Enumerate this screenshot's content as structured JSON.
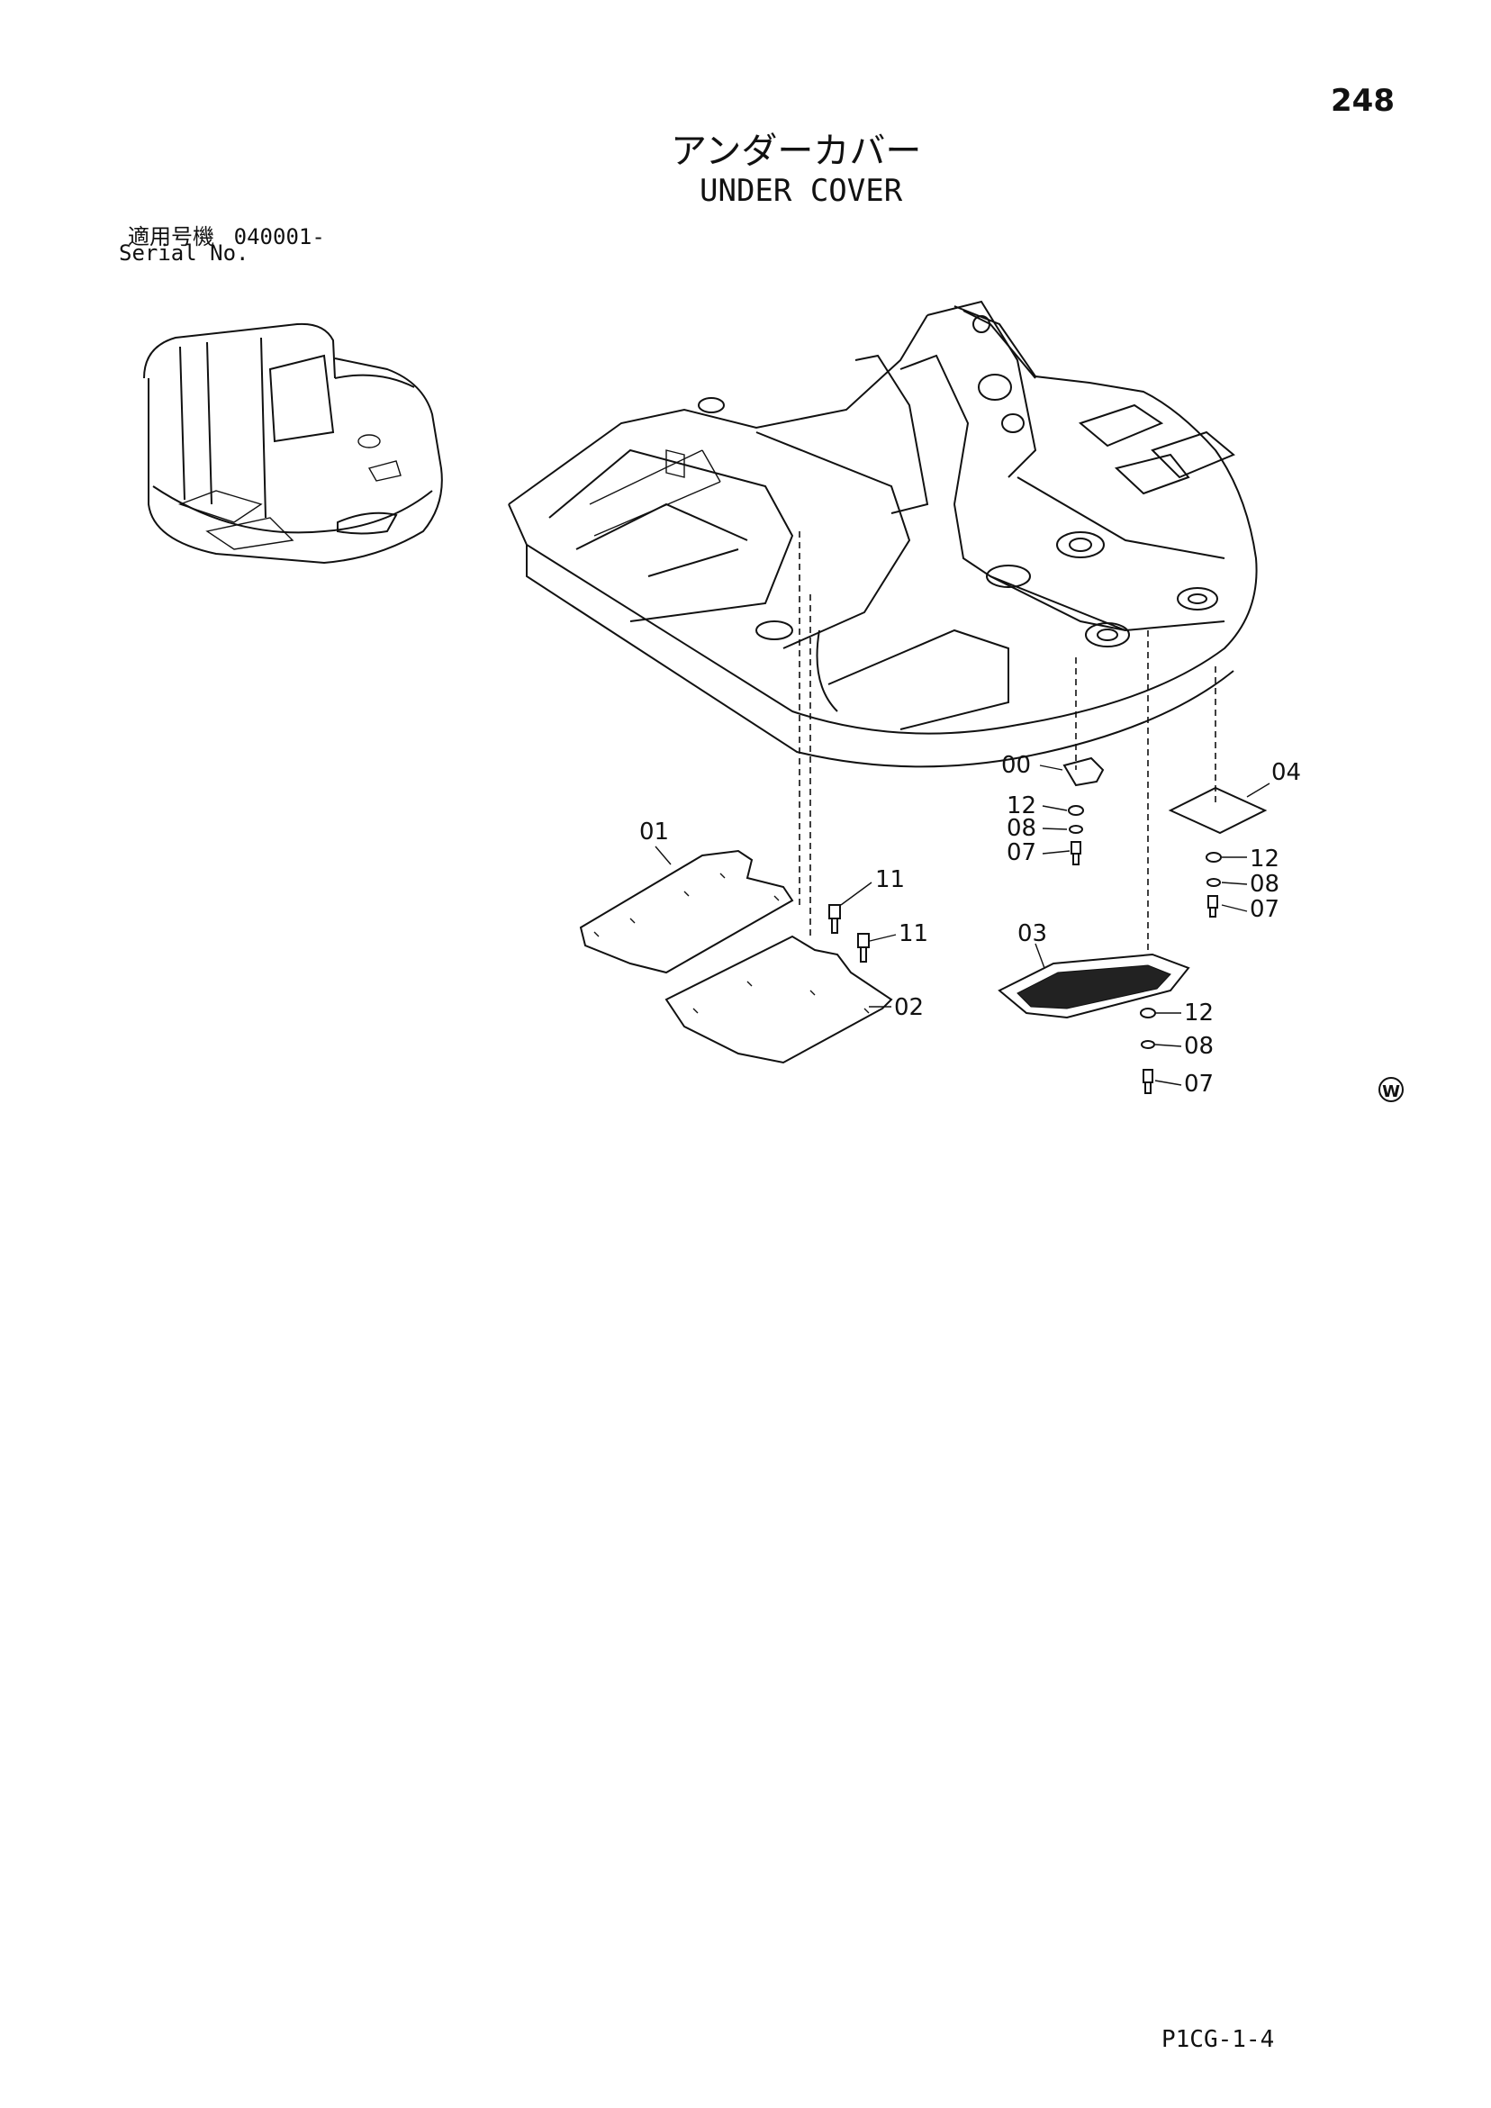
{
  "header": {
    "page_number": "248",
    "title_jp": "アンダーカバー",
    "title_en": "UNDER COVER"
  },
  "serial": {
    "label_jp": "適用号機",
    "range": "040001-",
    "label_en": "Serial No."
  },
  "callouts": [
    "00",
    "01",
    "02",
    "03",
    "04",
    "07",
    "08",
    "11",
    "12"
  ],
  "callout_labels": {
    "c00": "00",
    "c01": "01",
    "c02": "02",
    "c03": "03",
    "c04": "04",
    "c12a": "12",
    "c08a": "08",
    "c07a": "07",
    "c12b": "12",
    "c08b": "08",
    "c07b": "07",
    "c12c": "12",
    "c08c": "08",
    "c07c": "07",
    "c11a": "11",
    "c11b": "11"
  },
  "mark": "W",
  "footer": {
    "code": "P1CG-1-4"
  }
}
